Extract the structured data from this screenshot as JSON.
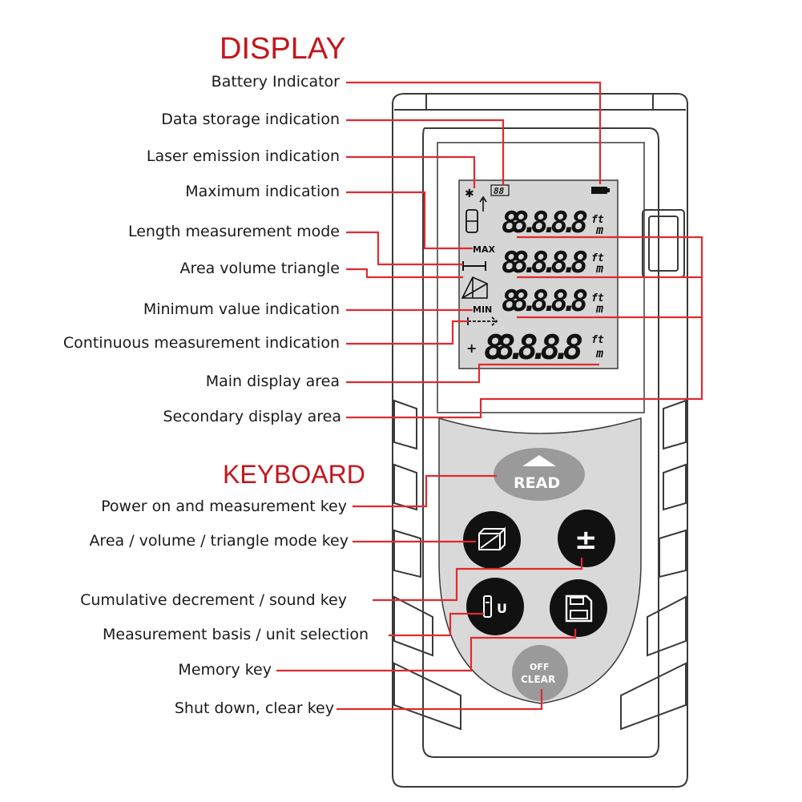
{
  "headings": {
    "display": "DISPLAY",
    "keyboard": "KEYBOARD"
  },
  "display_labels": [
    "Battery Indicator",
    "Data storage indication",
    "Laser emission indication",
    "Maximum indication",
    "Length measurement mode",
    "Area volume triangle",
    "Minimum value indication",
    "Continuous measurement indication",
    "Main display area",
    "Secondary display area"
  ],
  "keyboard_labels": [
    "Power on and measurement key",
    "Area / volume / triangle mode key",
    "Cumulative decrement / sound key",
    "Measurement basis / unit selection",
    "Memory key",
    "Shut down, clear key"
  ],
  "lcd": {
    "digits": "88.8.8.8",
    "storage": "88",
    "max": "MAX",
    "min": "MIN",
    "unit_ft": "ft",
    "unit_m": "m",
    "sign": "+"
  },
  "keys": {
    "read": "READ",
    "plus_minus": "±",
    "unit_key": "U",
    "off": "OFF",
    "clear": "CLEAR"
  },
  "colors": {
    "heading": "#c4161c",
    "leader": "#e02a2f",
    "device": "#3a3a3a",
    "keypad": "#d9d9d9",
    "key": "#111111"
  }
}
